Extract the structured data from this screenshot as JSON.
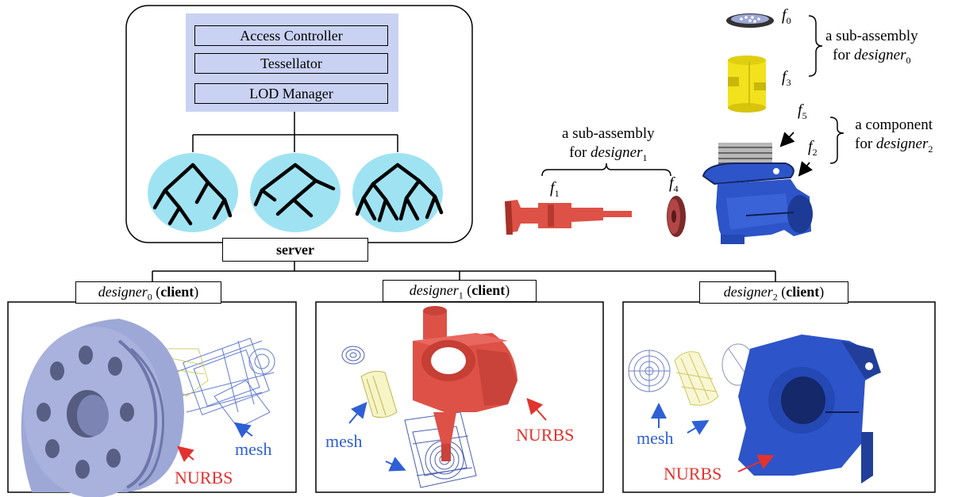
{
  "server": {
    "blocks": [
      "Access Controller",
      "Tessellator",
      "LOD Manager"
    ],
    "label": "server"
  },
  "clients": [
    {
      "name": "designer",
      "sub": "0",
      "suffix": "client"
    },
    {
      "name": "designer",
      "sub": "1",
      "suffix": "client"
    },
    {
      "name": "designer",
      "sub": "2",
      "suffix": "client"
    }
  ],
  "annotations": {
    "subassembly0_a": "a sub-assembly",
    "subassembly0_b": "for",
    "subassembly0_name": "designer",
    "subassembly0_sub": "0",
    "subassembly1_a": "a sub-assembly",
    "subassembly1_b": "for",
    "subassembly1_name": "designer",
    "subassembly1_sub": "1",
    "component_a": "a component",
    "component_b": "for",
    "component_name": "designer",
    "component_sub": "2"
  },
  "features": [
    {
      "f": "f",
      "sub": "0"
    },
    {
      "f": "f",
      "sub": "3"
    },
    {
      "f": "f",
      "sub": "5"
    },
    {
      "f": "f",
      "sub": "2"
    },
    {
      "f": "f",
      "sub": "1"
    },
    {
      "f": "f",
      "sub": "4"
    }
  ],
  "panel_labels": {
    "mesh": "mesh",
    "nurbs": "NURBS"
  },
  "colors": {
    "block_fill": "#c9d2f3",
    "tree_fill": "#9fe3f2",
    "mesh_label": "#2f5fd6",
    "nurbs_label": "#e2332e",
    "nurbs_red_part": "#de5147",
    "blue_part": "#2d54c8",
    "yellow_part": "#f2e21d",
    "grey_blue_disc": "#9ea8d6"
  }
}
